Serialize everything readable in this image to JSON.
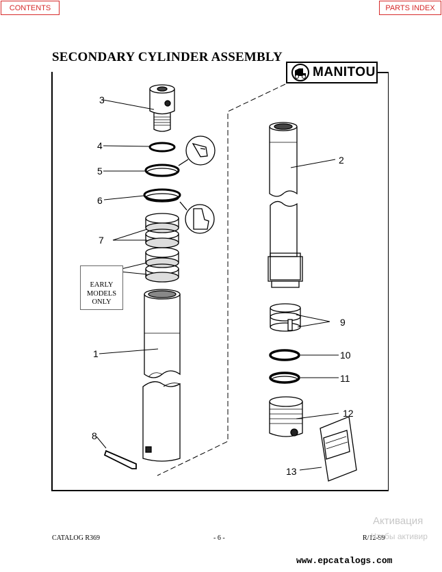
{
  "nav": {
    "contents_label": "CONTENTS",
    "parts_index_label": "PARTS INDEX"
  },
  "title": "SECONDARY CYLINDER ASSEMBLY",
  "brand": {
    "name": "MANITOU"
  },
  "callouts": {
    "c1": "1",
    "c2": "2",
    "c3": "3",
    "c4": "4",
    "c5": "5",
    "c6": "6",
    "c7a": "7",
    "c7b": "7",
    "c8": "8",
    "c9": "9",
    "c10": "10",
    "c11": "11",
    "c12": "12",
    "c13": "13"
  },
  "early_models_note": {
    "line1": "EARLY",
    "line2": "MODELS",
    "line3": "ONLY"
  },
  "footer": {
    "catalog": "CATALOG R369",
    "page": "- 6 -",
    "revision": "R/12-99"
  },
  "watermark": {
    "line1": "Активация",
    "line2": "Чтобы активир"
  },
  "site_url": "www.epcatalogs.com",
  "colors": {
    "nav_red": "#d62a2a",
    "line": "#000000",
    "watermark": "#c7c7c7"
  }
}
